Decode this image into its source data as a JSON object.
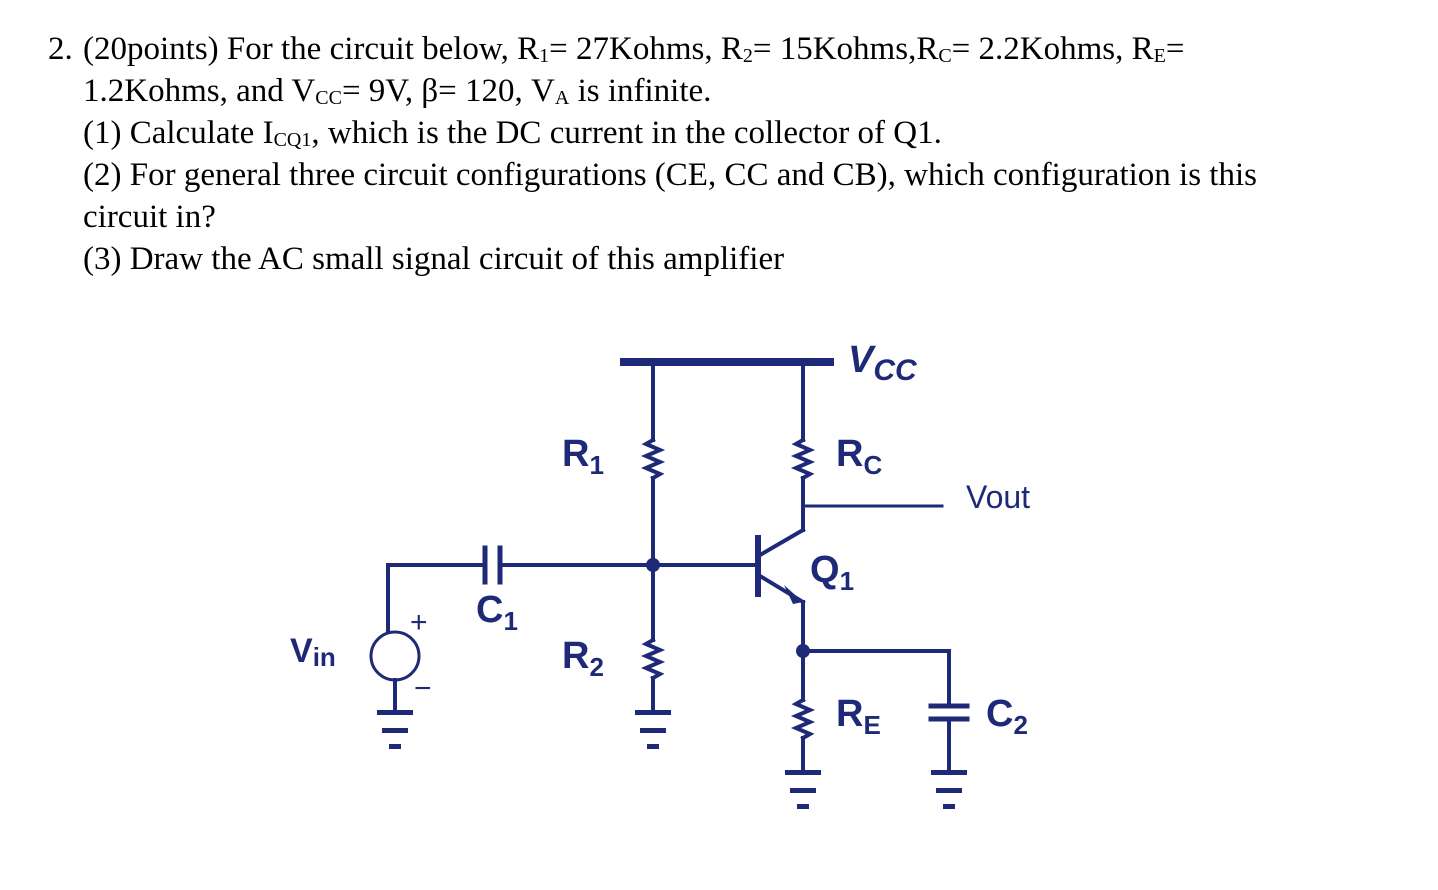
{
  "question": {
    "number": "2.",
    "points": "(20points)",
    "intro": "For the circuit below,",
    "r1_sym": "R",
    "r1_sub": "1",
    "r1_val": "= 27Kohms,",
    "r2_sym": "R",
    "r2_sub": "2",
    "r2_val": "= 15Kohms,",
    "rc_sym": "R",
    "rc_sub": "C",
    "rc_val": "= 2.2Kohms,",
    "re_sym": "R",
    "re_sub": "E",
    "re_val": "=",
    "re_val2": "1.2Kohms, and",
    "vcc_sym": "V",
    "vcc_sub": "CC",
    "vcc_val": "= 9V,",
    "beta": "β= 120,",
    "va_sym": "V",
    "va_sub": "A",
    "va_val": "is infinite.",
    "p1_pre": "(1) Calculate I",
    "p1_sub": "CQ1",
    "p1_post": ", which is the DC current in the collector of Q1.",
    "p2_line1": "(2) For general three circuit configurations (CE, CC and CB), which configuration is this",
    "p2_line2": "circuit in?",
    "p3": "(3) Draw the AC small signal circuit of this amplifier"
  },
  "circuit": {
    "vcc_label": "V",
    "vcc_sub": "CC",
    "r1_label": "R",
    "r1_sub": "1",
    "rc_label": "R",
    "rc_sub": "C",
    "vout_label": "Vout",
    "q1_label": "Q",
    "q1_sub": "1",
    "c1_label": "C",
    "c1_sub": "1",
    "r2_label": "R",
    "r2_sub": "2",
    "vin_label": "V",
    "vin_sub": "in",
    "re_label": "R",
    "re_sub": "E",
    "c2_label": "C",
    "c2_sub": "2",
    "plus_sign": "+",
    "minus_sign": "−",
    "colors": {
      "wire": "#1e2a78"
    }
  }
}
